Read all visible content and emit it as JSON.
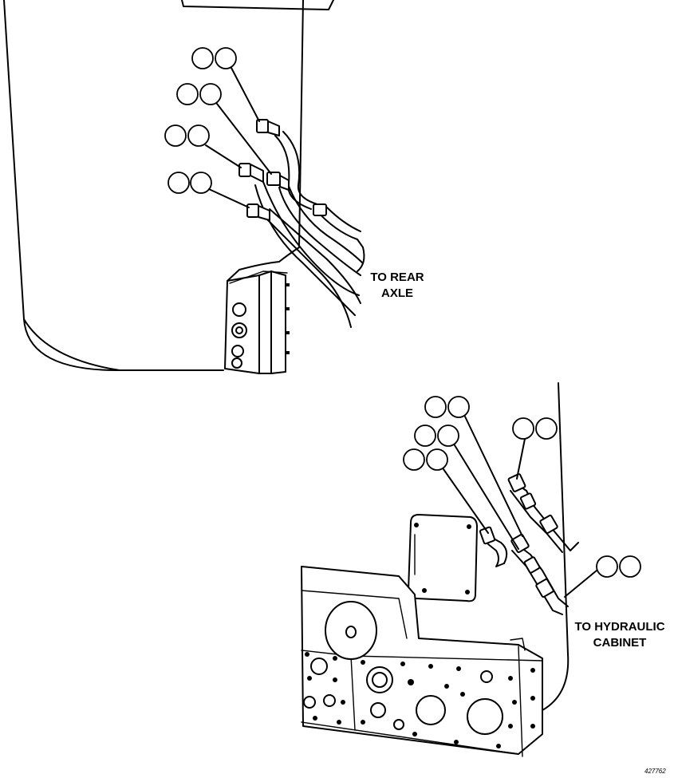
{
  "labels": {
    "to_rear_axle_line1": "TO REAR",
    "to_rear_axle_line2": "AXLE",
    "to_hydraulic_cabinet_line1": "TO HYDRAULIC",
    "to_hydraulic_cabinet_line2": "CABINET",
    "figure_number": "427762"
  },
  "colors": {
    "line": "#000000",
    "background": "#ffffff"
  }
}
